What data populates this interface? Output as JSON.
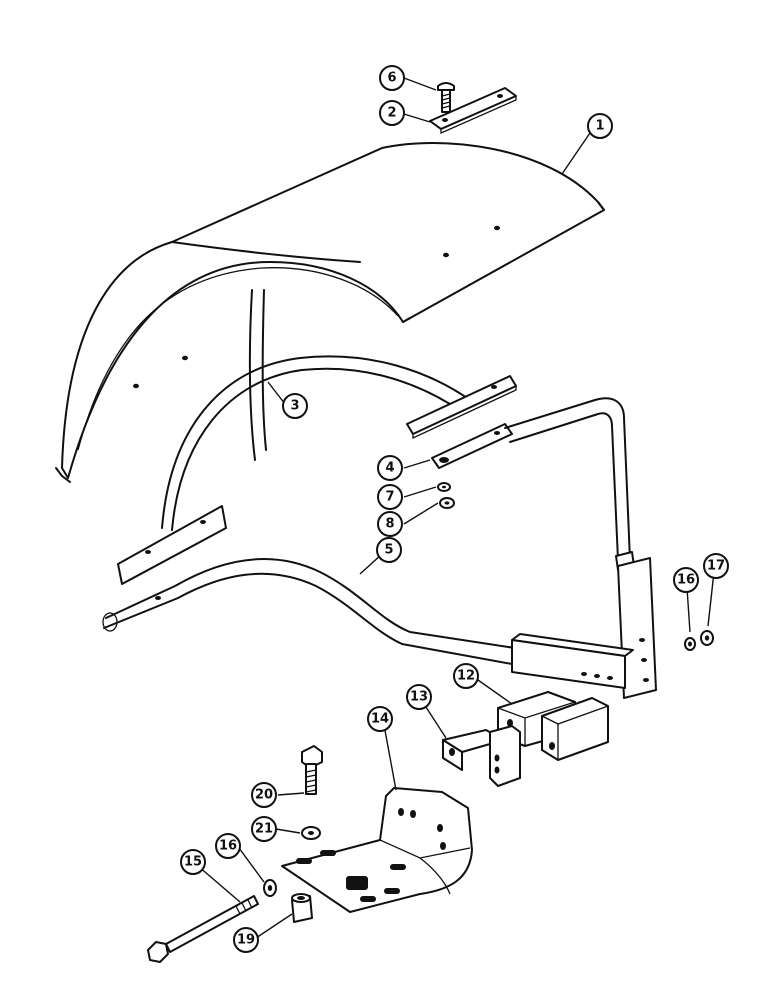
{
  "callouts": [
    {
      "id": "c1",
      "label": "1"
    },
    {
      "id": "c2",
      "label": "2"
    },
    {
      "id": "c3",
      "label": "3"
    },
    {
      "id": "c4",
      "label": "4"
    },
    {
      "id": "c5",
      "label": "5"
    },
    {
      "id": "c6",
      "label": "6"
    },
    {
      "id": "c7",
      "label": "7"
    },
    {
      "id": "c8",
      "label": "8"
    },
    {
      "id": "c12",
      "label": "12"
    },
    {
      "id": "c13",
      "label": "13"
    },
    {
      "id": "c14",
      "label": "14"
    },
    {
      "id": "c15",
      "label": "15"
    },
    {
      "id": "c16a",
      "label": "16"
    },
    {
      "id": "c16b",
      "label": "16"
    },
    {
      "id": "c17",
      "label": "17"
    },
    {
      "id": "c19",
      "label": "19"
    },
    {
      "id": "c20",
      "label": "20"
    },
    {
      "id": "c21",
      "label": "21"
    }
  ]
}
